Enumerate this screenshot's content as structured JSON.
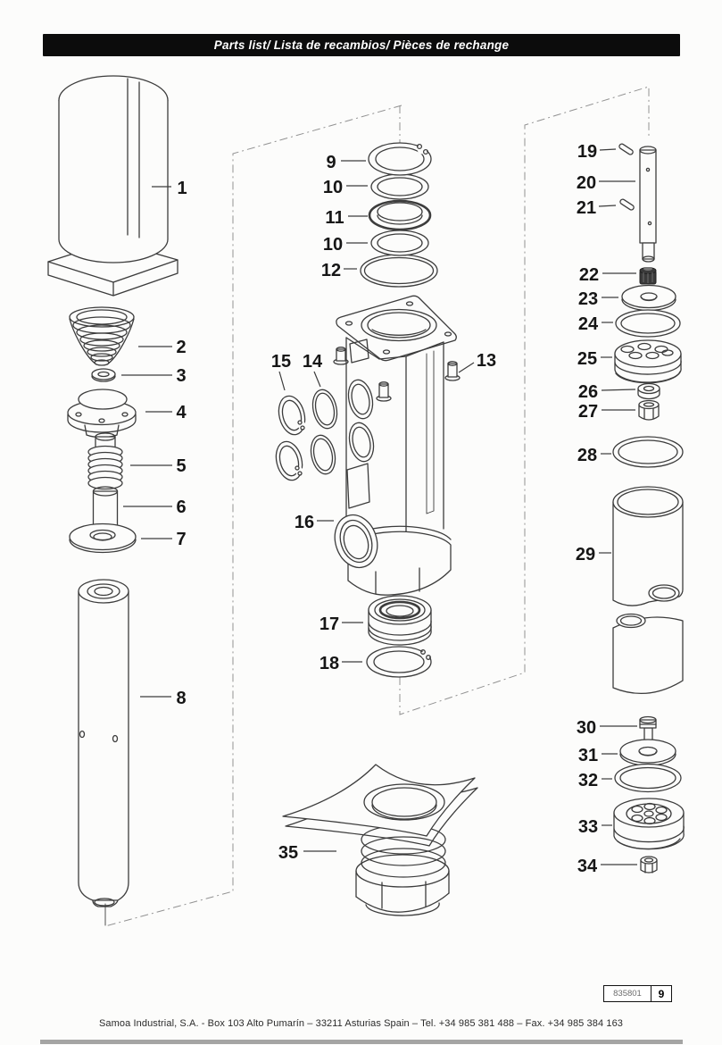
{
  "header": {
    "title": "Parts list/ Lista de recambios/ Pièces de rechange"
  },
  "callouts": {
    "n1": "1",
    "n2": "2",
    "n3": "3",
    "n4": "4",
    "n5": "5",
    "n6": "6",
    "n7": "7",
    "n8": "8",
    "n9": "9",
    "n10a": "10",
    "n11": "11",
    "n10b": "10",
    "n12": "12",
    "n13": "13",
    "n14": "14",
    "n15": "15",
    "n16": "16",
    "n17": "17",
    "n18": "18",
    "n19": "19",
    "n20": "20",
    "n21": "21",
    "n22": "22",
    "n23": "23",
    "n24": "24",
    "n25": "25",
    "n26": "26",
    "n27": "27",
    "n28": "28",
    "n29": "29",
    "n30": "30",
    "n31": "31",
    "n32": "32",
    "n33": "33",
    "n34": "34",
    "n35": "35"
  },
  "doc_box": {
    "code": "835801",
    "page": "9"
  },
  "footer": {
    "address": "Samoa Industrial, S.A. - Box 103  Alto Pumarín – 33211 Asturias Spain – Tel. +34 985 381 488 – Fax. +34 985 384 163"
  },
  "colors": {
    "line": "#3c3c3c",
    "dash": "#929292",
    "header_bg": "#0c0c0c",
    "header_text": "#ffffff"
  }
}
